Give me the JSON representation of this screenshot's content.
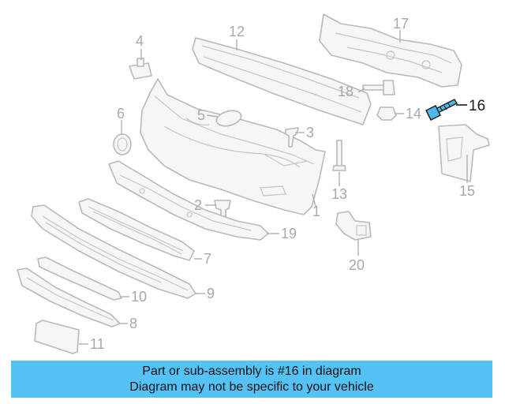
{
  "diagram": {
    "callouts": [
      {
        "id": "1",
        "label": "1"
      },
      {
        "id": "2",
        "label": "2"
      },
      {
        "id": "3",
        "label": "3"
      },
      {
        "id": "4",
        "label": "4"
      },
      {
        "id": "5",
        "label": "5"
      },
      {
        "id": "6",
        "label": "6"
      },
      {
        "id": "7",
        "label": "7"
      },
      {
        "id": "8",
        "label": "8"
      },
      {
        "id": "9",
        "label": "9"
      },
      {
        "id": "10",
        "label": "10"
      },
      {
        "id": "11",
        "label": "11"
      },
      {
        "id": "12",
        "label": "12"
      },
      {
        "id": "13",
        "label": "13"
      },
      {
        "id": "14",
        "label": "14"
      },
      {
        "id": "15",
        "label": "15"
      },
      {
        "id": "16",
        "label": "16"
      },
      {
        "id": "17",
        "label": "17"
      },
      {
        "id": "18",
        "label": "18"
      },
      {
        "id": "19",
        "label": "19"
      },
      {
        "id": "20",
        "label": "20"
      }
    ],
    "highlighted_part": "16",
    "highlight_color": "#4bb8ee",
    "muted_color": "#a8a8a8"
  },
  "banner": {
    "line1": "Part or sub-assembly is #16 in diagram",
    "line2": "Diagram may not be specific to your vehicle",
    "background": "#55c2f6"
  }
}
